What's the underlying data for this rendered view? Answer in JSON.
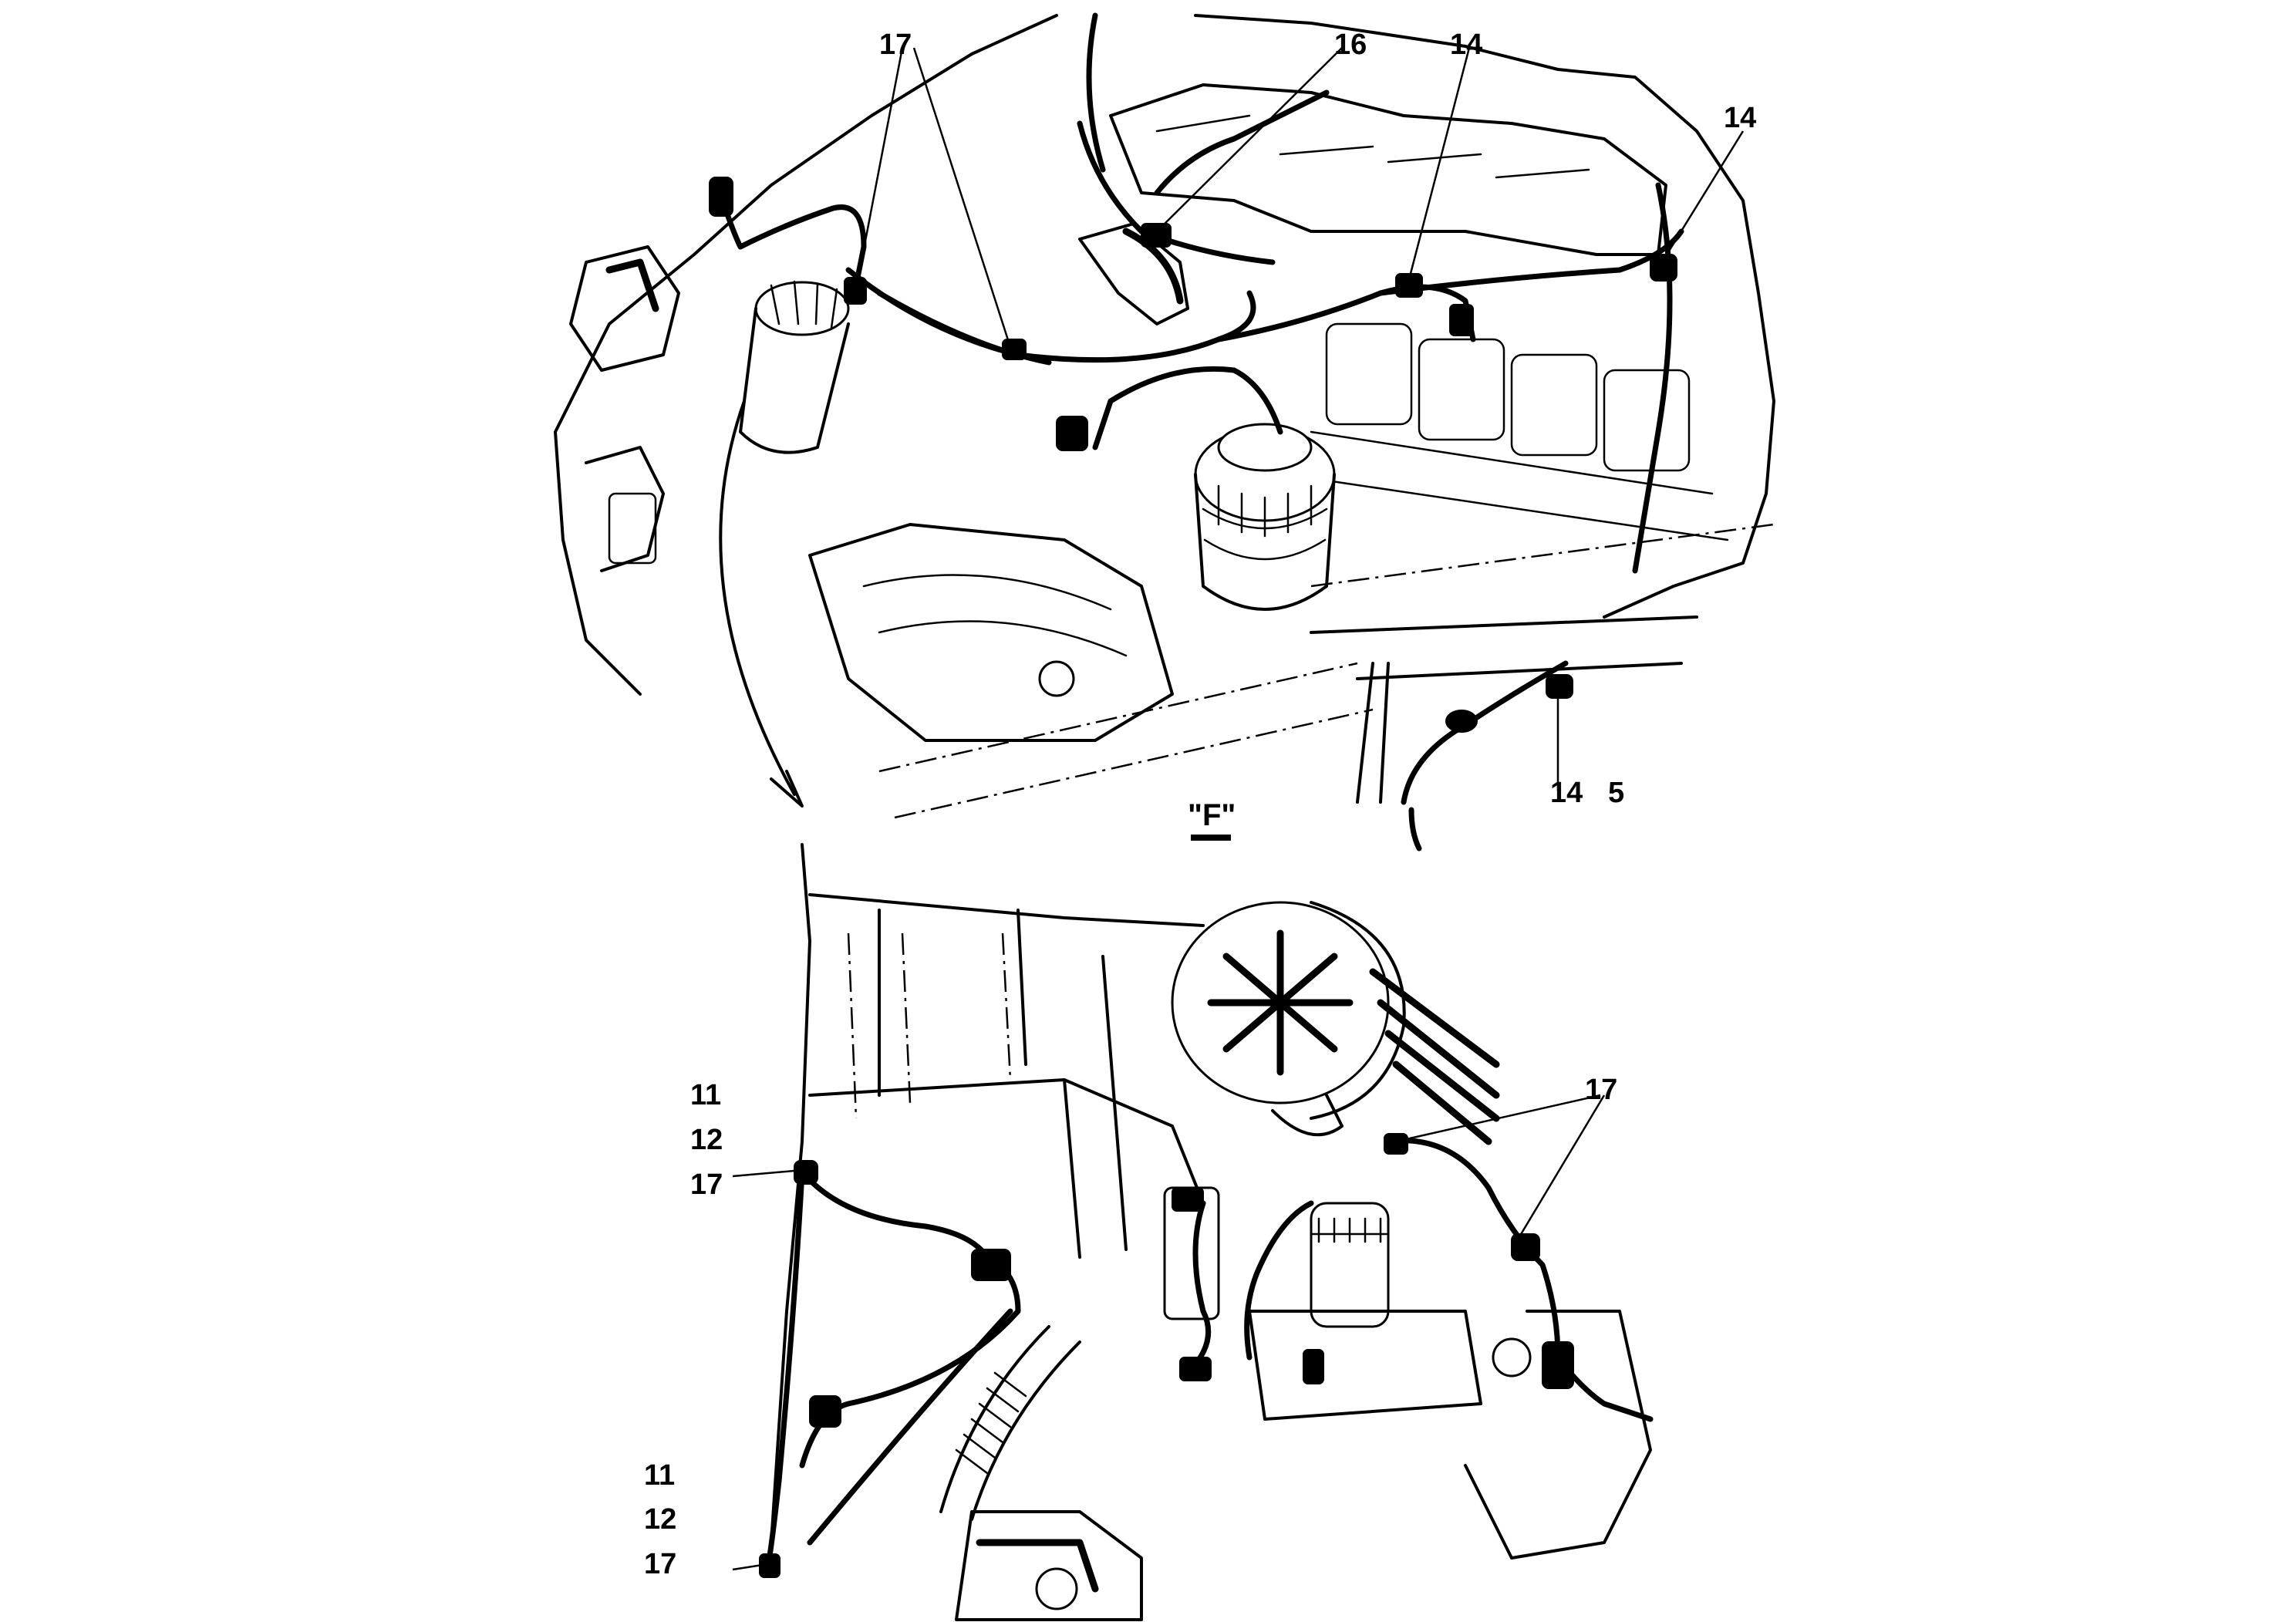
{
  "view_label": "\"F\"",
  "upper_callouts": [
    "17",
    "16",
    "14",
    "14",
    "14",
    "5"
  ],
  "lower_callouts_left_top": [
    "11",
    "12",
    "17"
  ],
  "lower_callouts_left_bottom": [
    "11",
    "12",
    "17"
  ],
  "lower_callouts_right": [
    "17"
  ]
}
